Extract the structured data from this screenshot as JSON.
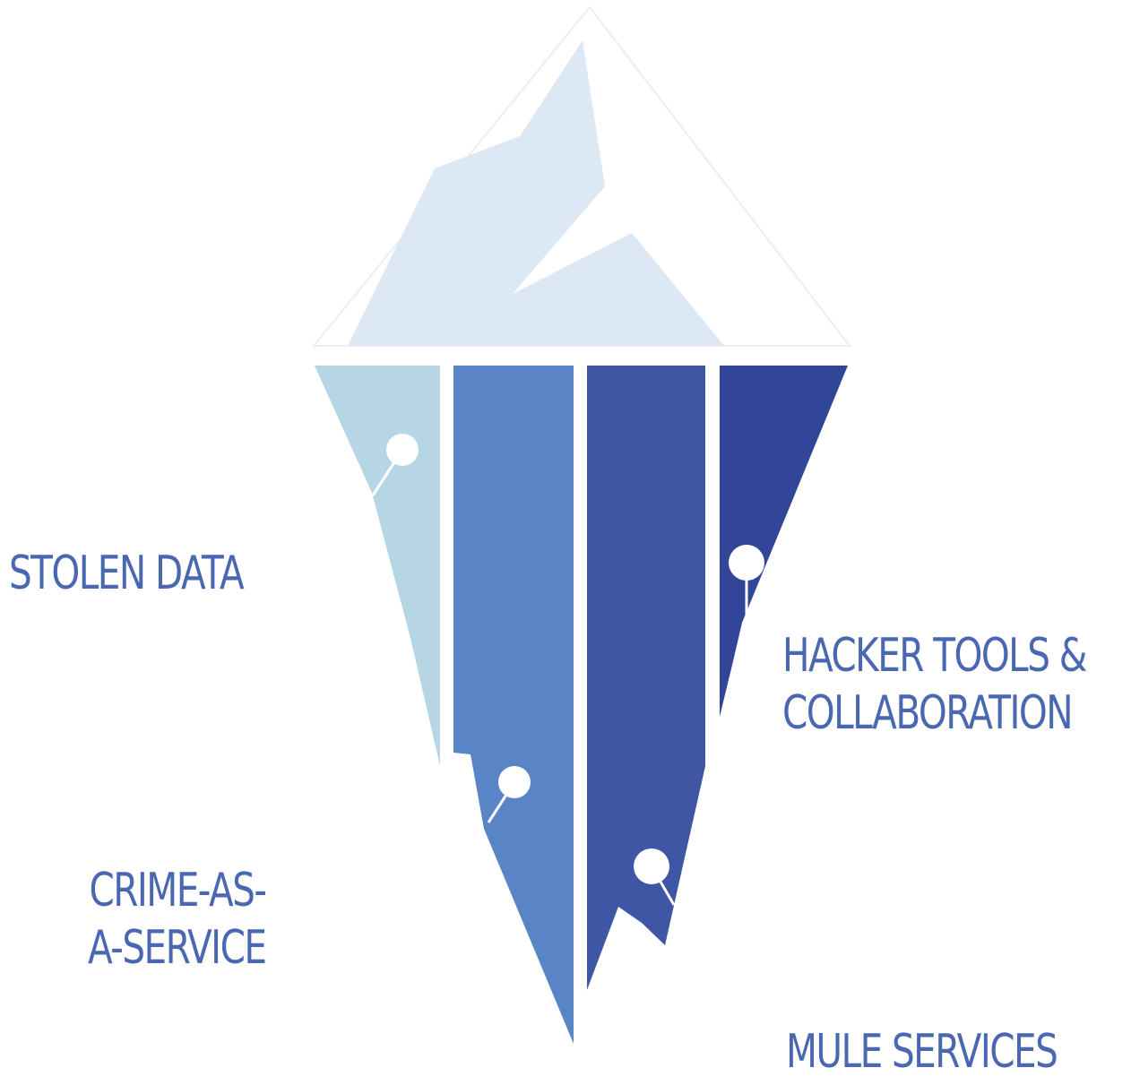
{
  "labels": {
    "stolen_data": "STOLEN DATA",
    "crime_line1": "CRIME-AS-",
    "crime_line2": "A-SERVICE",
    "hacker_line1": "HACKER TOOLS &",
    "hacker_line2": "COLLABORATION",
    "mule_services": "MULE SERVICES"
  },
  "colors": {
    "label_text": "#4a67b2",
    "tip": "#dde8f5",
    "segment_1": "#b6d6e6",
    "segment_2": "#5985c6",
    "segment_3": "#3e56a4",
    "segment_4": "#314699",
    "marker": "#ffffff"
  }
}
